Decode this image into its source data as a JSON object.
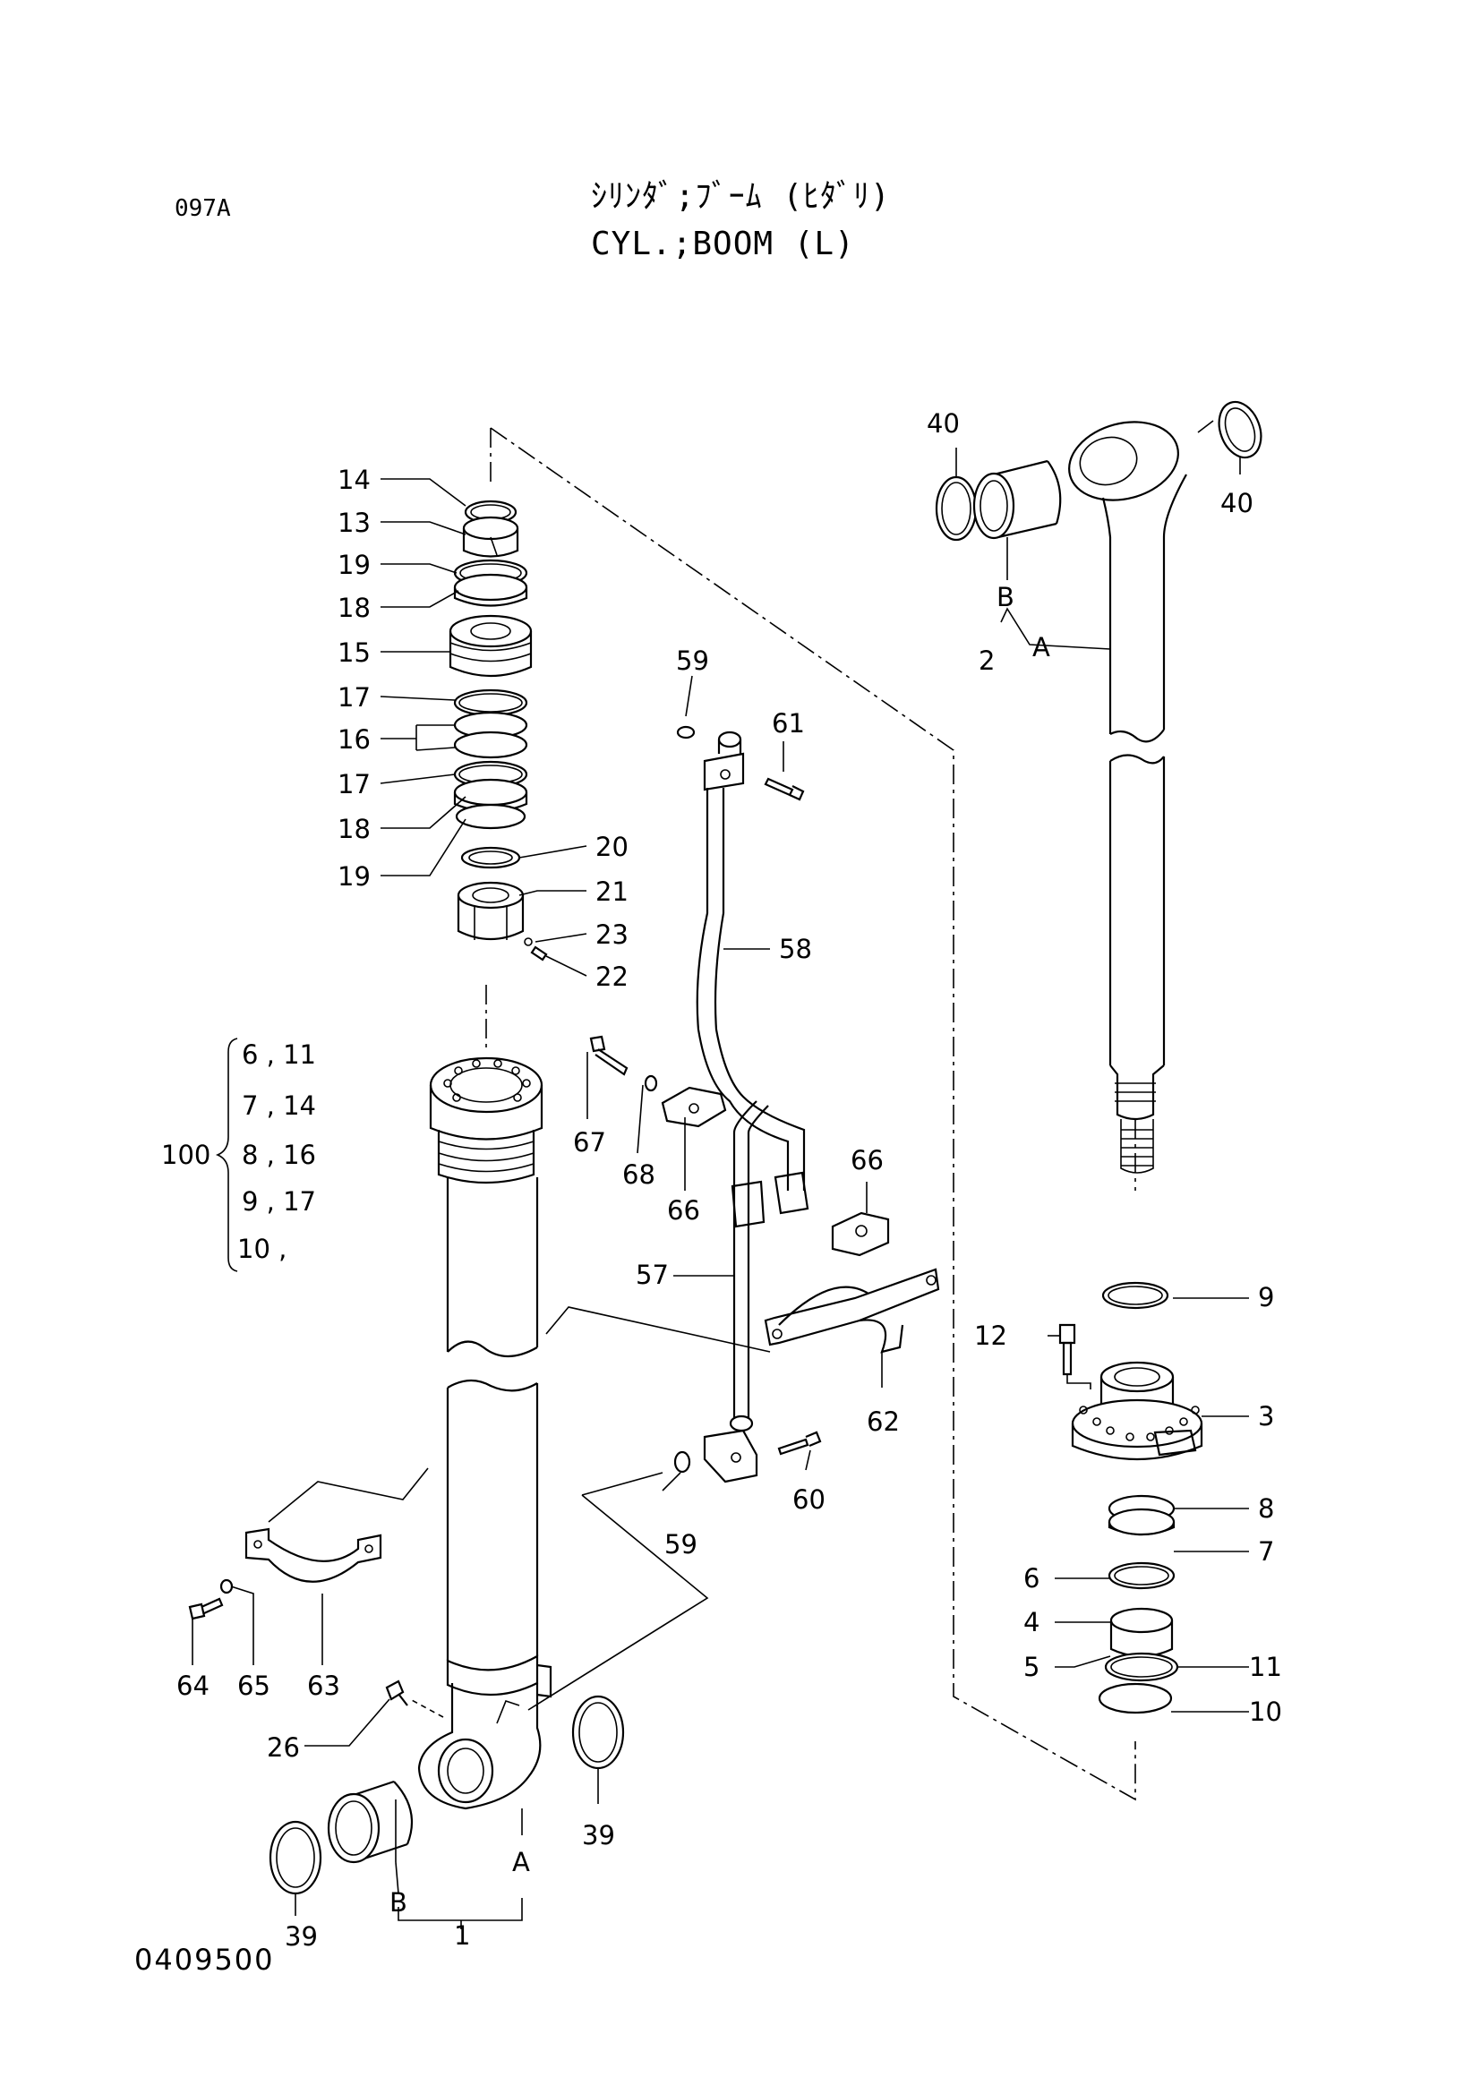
{
  "header": {
    "code": "097A",
    "title_jp": "ｼﾘﾝﾀﾞ;ﾌﾞｰﾑ (ﾋﾀﾞﾘ)",
    "title_en": "CYL.;BOOM (L)"
  },
  "drawing_number": "0409500",
  "set_bracket": {
    "set_number": "100",
    "rows": [
      "6 , 11",
      "7 , 14",
      "8 , 16",
      "9 , 17",
      "10 ,"
    ]
  },
  "callouts": {
    "p1": "1",
    "p2": "2",
    "p3": "3",
    "p4": "4",
    "p5": "5",
    "p6": "6",
    "p7": "7",
    "p8": "8",
    "p9": "9",
    "p10": "10",
    "p11": "11",
    "p12": "12",
    "p13": "13",
    "p14": "14",
    "p15": "15",
    "p16": "16",
    "p17a": "17",
    "p17b": "17",
    "p18a": "18",
    "p18b": "18",
    "p19a": "19",
    "p19b": "19",
    "p20": "20",
    "p21": "21",
    "p22": "22",
    "p23": "23",
    "p26": "26",
    "p39a": "39",
    "p39b": "39",
    "p40a": "40",
    "p40b": "40",
    "p57": "57",
    "p58": "58",
    "p59a": "59",
    "p59b": "59",
    "p60": "60",
    "p61": "61",
    "p62": "62",
    "p63": "63",
    "p64": "64",
    "p65": "65",
    "p66a": "66",
    "p66b": "66",
    "p67": "67",
    "p68": "68",
    "subA_rod": "A",
    "subB_rod": "B",
    "subA_tube": "A",
    "subB_tube": "B"
  }
}
